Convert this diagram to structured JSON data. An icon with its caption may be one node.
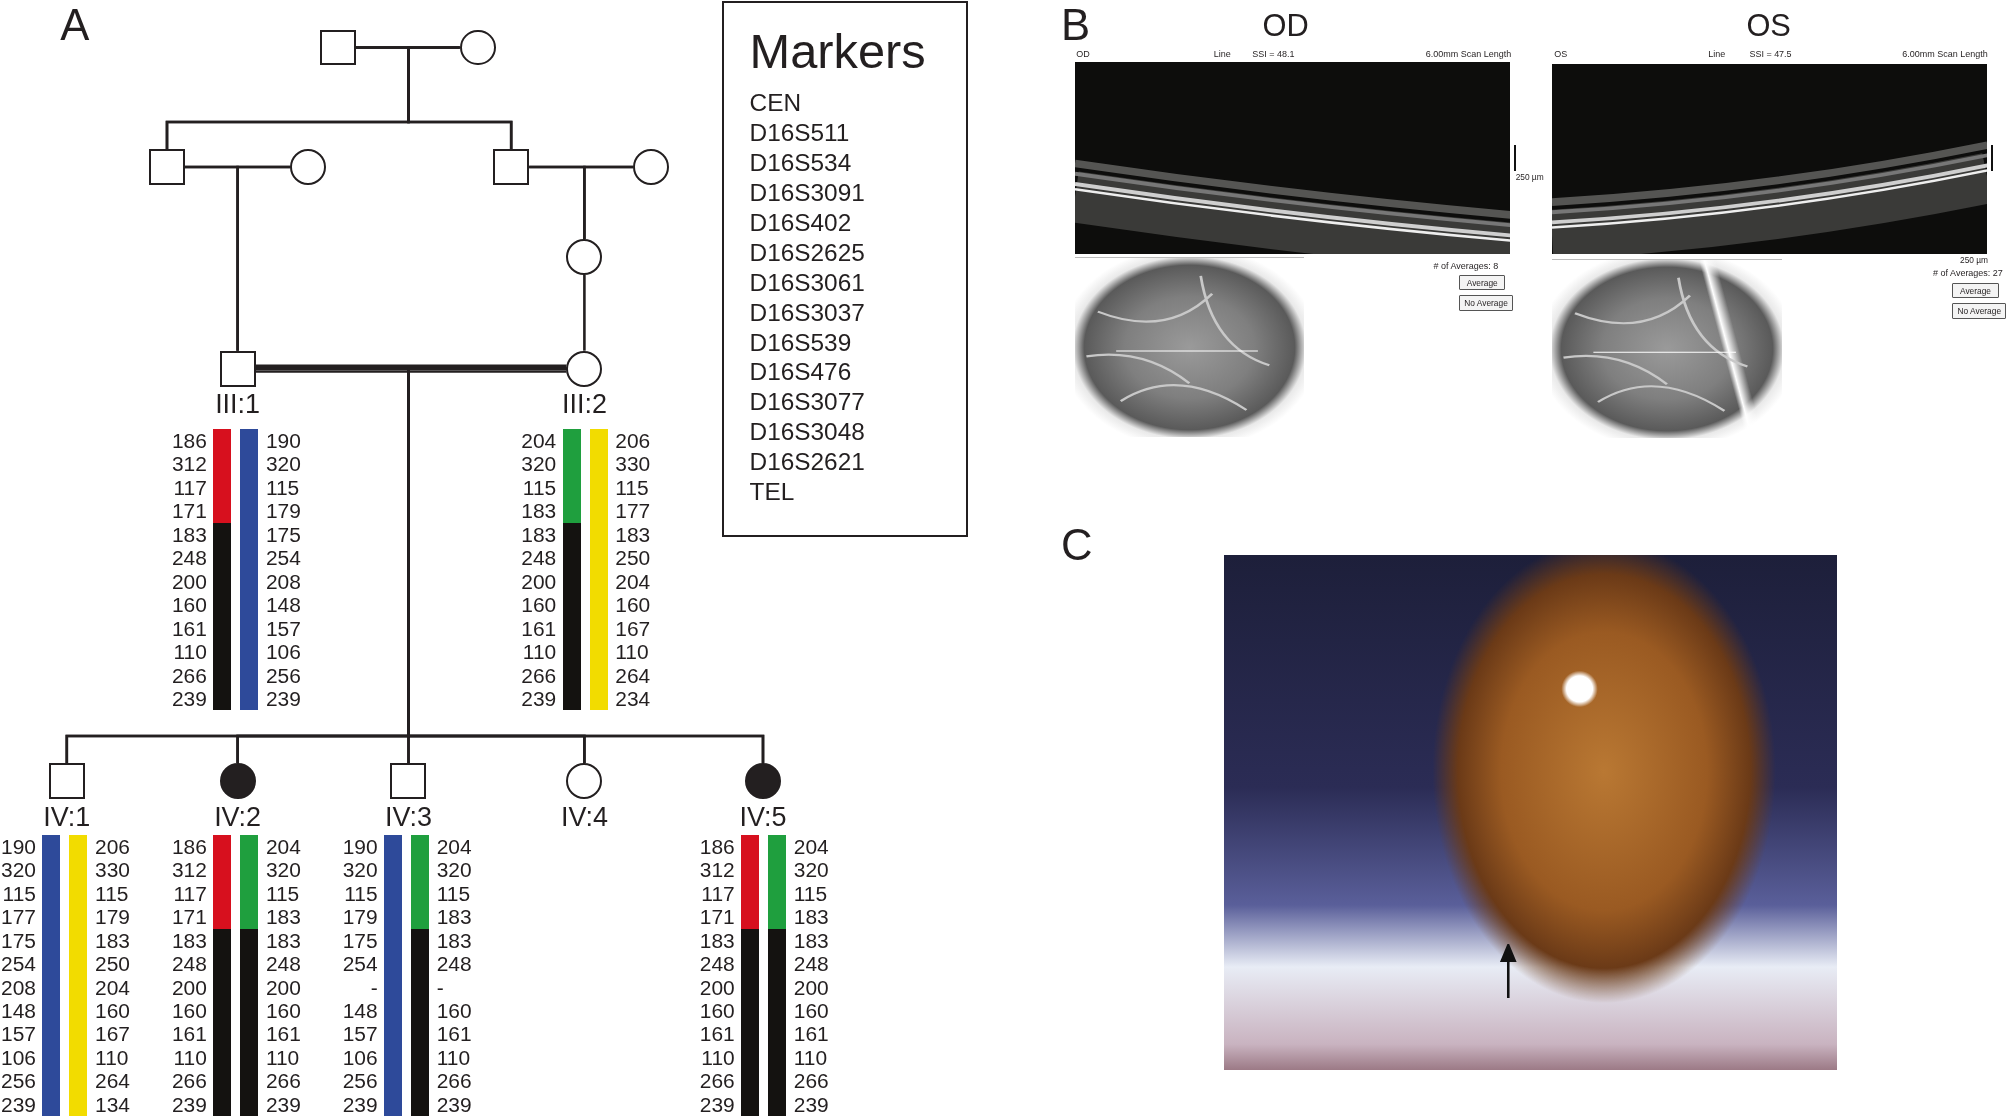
{
  "diagram": {
    "nodes": [
      {
        "text": [],
        "shape": "box"
      },
      {
        "text": [],
        "shape": "circle"
      },
      {
        "text": [],
        "shape": "box"
      },
      {
        "text": [],
        "shape": "circle"
      },
      {
        "text": [],
        "shape": "box"
      },
      {
        "text": [],
        "shape": "circle"
      },
      {
        "text": [],
        "shape": "circle"
      },
      {
        "text": [
          "III:1"
        ],
        "beside": [
          "186 312 117 171 183 248 200 160 161 110 266 239",
          "190 320 115 179 175 254 208 148 157 106 256 239"
        ]
      },
      {
        "text": [
          "III:2"
        ],
        "beside": [
          "204 320 115 183 183 248 200 160 161 110 266 239",
          "206 330 115 177 183 250 204 160 167 110 264 234"
        ]
      },
      {
        "text": [
          "IV:1"
        ],
        "beside": [
          "190 320 115 177 175 254 208 148 157 106 256 239",
          "206 330 115 179 183 250 204 160 167 110 264 134"
        ]
      },
      {
        "text": [
          "IV:2"
        ],
        "beside": [
          "186 312 117 171 183 248 200 160 161 110 266 239",
          "204 320 115 183 183 248 200 160 161 110 266 239"
        ]
      },
      {
        "text": [
          "IV:3"
        ],
        "beside": [
          "190 320 115 179 175 254 - 148 157 106 256 239",
          "204 320 115 183 183 248 - 160 161 110 266 239"
        ]
      },
      {
        "text": [
          "IV:4"
        ]
      },
      {
        "text": [
          "IV:5"
        ],
        "beside": [
          "186 312 117 171 183 248 200 160 161 110 266 239",
          "204 320 115 183 183 248 200 160 161 110 266 239"
        ]
      },
      {
        "text": [
          "Markers",
          "CEN",
          "D16S511",
          "D16S534",
          "D16S3091",
          "D16S402",
          "D16S2625",
          "D16S3061",
          "D16S3037",
          "D16S539",
          "D16S476",
          "D16S3077",
          "D16S3048",
          "D16S2621",
          "TEL"
        ]
      }
    ],
    "edges": [
      {
        "from": 0,
        "to": 1,
        "arrow": "none"
      },
      {
        "from": 0,
        "to": 2,
        "arrow": "none"
      },
      {
        "from": 1,
        "to": 2,
        "arrow": "none"
      },
      {
        "from": 0,
        "to": 4,
        "arrow": "none"
      },
      {
        "from": 1,
        "to": 4,
        "arrow": "none"
      },
      {
        "from": 2,
        "to": 3,
        "arrow": "none"
      },
      {
        "from": 2,
        "to": 7,
        "arrow": "none"
      },
      {
        "from": 3,
        "to": 7,
        "arrow": "none"
      },
      {
        "from": 4,
        "to": 5,
        "arrow": "none"
      },
      {
        "from": 4,
        "to": 6,
        "arrow": "none"
      },
      {
        "from": 5,
        "to": 6,
        "arrow": "none"
      },
      {
        "from": 6,
        "to": 8,
        "arrow": "none"
      },
      {
        "from": 7,
        "to": 8,
        "arrow": "none"
      },
      {
        "from": 7,
        "to": 9,
        "arrow": "none"
      },
      {
        "from": 8,
        "to": 9,
        "arrow": "none"
      },
      {
        "from": 7,
        "to": 10,
        "arrow": "none"
      },
      {
        "from": 8,
        "to": 10,
        "arrow": "none"
      },
      {
        "from": 7,
        "to": 11,
        "arrow": "none"
      },
      {
        "from": 8,
        "to": 11,
        "arrow": "none"
      },
      {
        "from": 7,
        "to": 12,
        "arrow": "none"
      },
      {
        "from": 8,
        "to": 12,
        "arrow": "none"
      },
      {
        "from": 7,
        "to": 13,
        "arrow": "none"
      },
      {
        "from": 8,
        "to": 13,
        "arrow": "none"
      }
    ],
    "labels": [
      "A",
      "B",
      "OD",
      "OS",
      "OD",
      "Line",
      "SSI = 48.1",
      "6.00mm Scan Length",
      "250 µm",
      "# of Averages: 8",
      "Average",
      "No Average",
      "OS",
      "Line",
      "SSI = 47.5",
      "6.00mm Scan Length",
      "250 µm",
      "# of Averages: 27",
      "Average",
      "No Average",
      "C"
    ]
  }
}
